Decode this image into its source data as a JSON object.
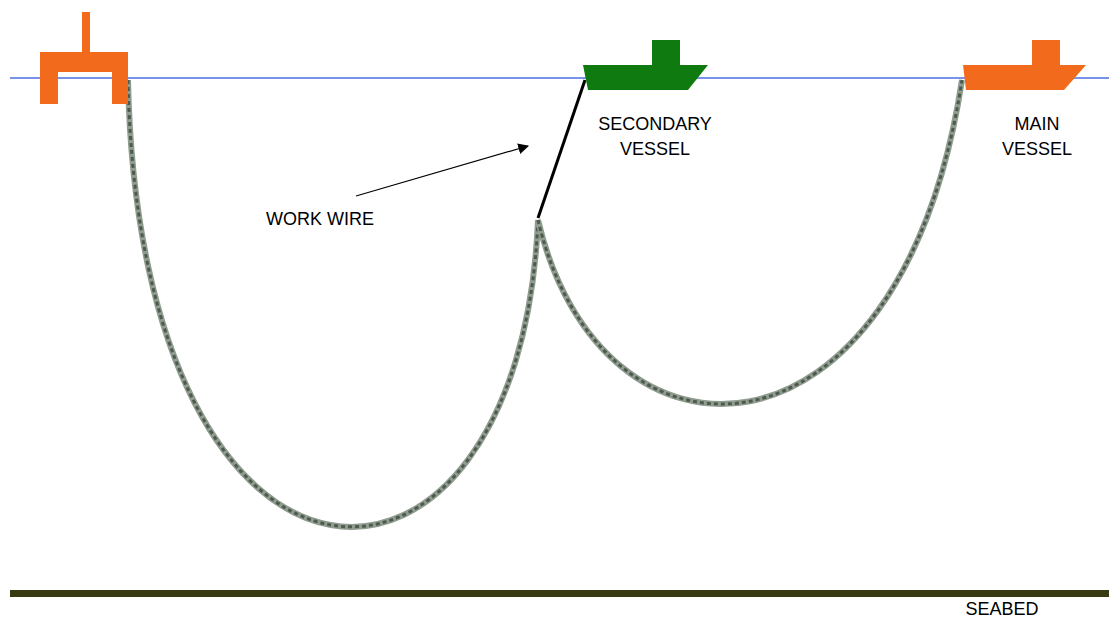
{
  "diagram": {
    "labels": [
      "SECONDARY VESSEL",
      "MAIN VESSEL",
      "WORK WIRE",
      "SEABED"
    ]
  }
}
